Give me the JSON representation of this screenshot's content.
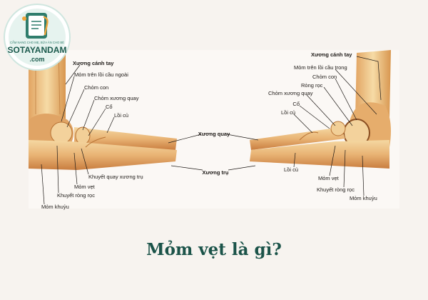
{
  "brand": {
    "tagline": "CẨM NANG CHO MẸ, BỮA ĂN CHO BÉ",
    "name": "SOTAYANDAM",
    "domain": ".com"
  },
  "diagram": {
    "labels": {
      "xuong_canh_tay": "Xương cánh tay",
      "mom_tren_loi_cau_ngoai": "Mỏm trên lồi cầu ngoài",
      "chom_con": "Chỏm con",
      "chom_xuong_quay": "Chỏm xương quay",
      "co": "Cổ",
      "loi_cu": "Lồi củ",
      "xuong_quay": "Xương quay",
      "xuong_tru": "Xương trụ",
      "khuyet_quay_xuong_tru": "Khuyết quay xương trụ",
      "mom_vet": "Mỏm vẹt",
      "khuyet_rong_roc": "Khuyết ròng rọc",
      "mom_khuyu": "Mỏm khuỷu",
      "mom_tren_loi_cau_trong": "Mỏm trên lồi cầu trong",
      "rong_roc": "Ròng rọc"
    }
  },
  "caption": "Mỏm vẹt là gì?"
}
